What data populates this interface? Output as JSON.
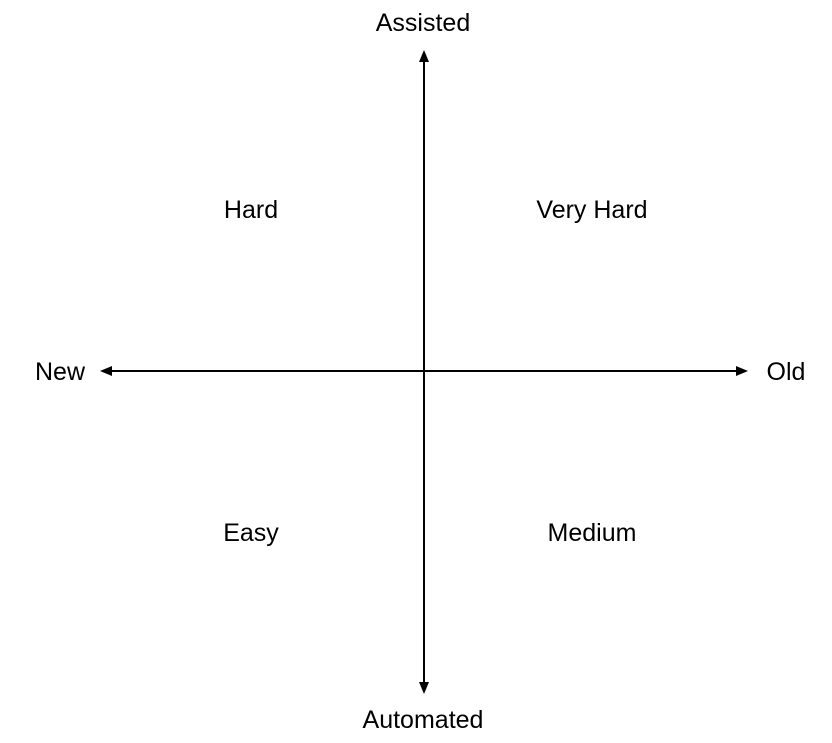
{
  "axes": {
    "top": "Assisted",
    "bottom": "Automated",
    "left": "New",
    "right": "Old"
  },
  "quadrants": {
    "top_left": "Hard",
    "top_right": "Very Hard",
    "bottom_left": "Easy",
    "bottom_right": "Medium"
  },
  "colors": {
    "line": "#000000",
    "text": "#000000",
    "background": "#ffffff"
  }
}
